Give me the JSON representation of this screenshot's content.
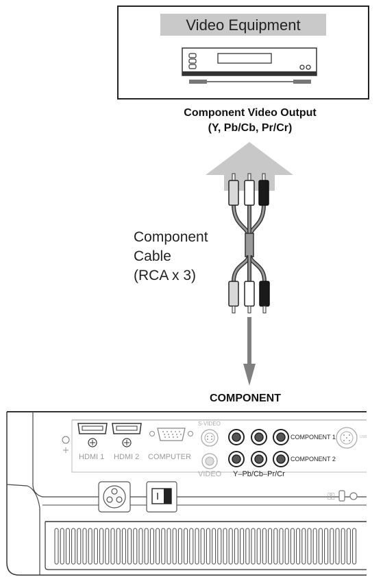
{
  "equipment": {
    "title": "Video Equipment",
    "output_label_line1": "Component Video Output",
    "output_label_line2": "(Y, Pb/Cb, Pr/Cr)"
  },
  "cable": {
    "line1": "Component",
    "line2": "Cable",
    "line3": "(RCA x 3)"
  },
  "input_label": "COMPONENT",
  "panel": {
    "hdmi1": "HDMI 1",
    "hdmi2": "HDMI 2",
    "computer": "COMPUTER",
    "svideo": "S-VIDEO",
    "video": "VIDEO",
    "y_pb_pr": "Y–Pb/Cb–Pr/Cr",
    "component1": "COMPONENT 1",
    "component2": "COMPONENT 2",
    "usb_edge": "USB"
  },
  "colors": {
    "arrow_light": "#c8c8c8",
    "arrow_dark": "#808080",
    "plug_red": "#d8d8d8",
    "plug_white": "#ffffff",
    "plug_black": "#1a1a1a"
  }
}
